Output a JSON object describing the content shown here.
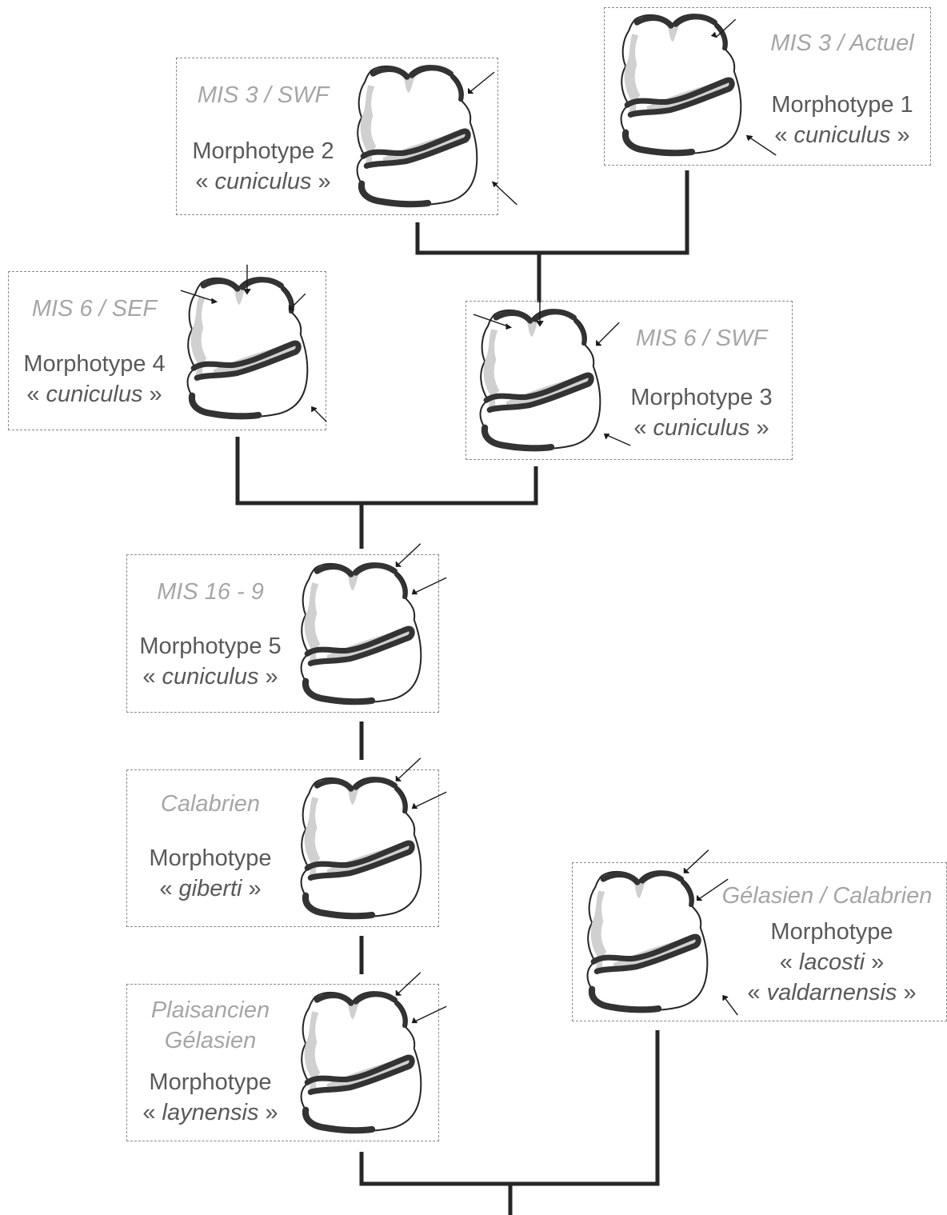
{
  "colors": {
    "line": "#262626",
    "enamel": "#333333",
    "cement": "#d0d0d0",
    "period_text": "#a6a6a6",
    "label_text": "#595959",
    "box_border": "#8a8a8a"
  },
  "nodes": {
    "m1": {
      "period": "MIS 3 / Actuel",
      "morphotype": "Morphotype 1",
      "names": [
        "cuniculus"
      ]
    },
    "m2": {
      "period": "MIS 3 / SWF",
      "morphotype": "Morphotype 2",
      "names": [
        "cuniculus"
      ]
    },
    "m3": {
      "period": "MIS 6 / SWF",
      "morphotype": "Morphotype 3",
      "names": [
        "cuniculus"
      ]
    },
    "m4": {
      "period": "MIS 6 / SEF",
      "morphotype": "Morphotype 4",
      "names": [
        "cuniculus"
      ]
    },
    "m5": {
      "period": "MIS 16 - 9",
      "morphotype": "Morphotype 5",
      "names": [
        "cuniculus"
      ]
    },
    "giberti": {
      "period": "Calabrien",
      "morphotype": "Morphotype",
      "names": [
        "giberti"
      ]
    },
    "laynensis": {
      "period_lines": [
        "Plaisancien",
        "Gélasien"
      ],
      "morphotype": "Morphotype",
      "names": [
        "laynensis"
      ]
    },
    "lacosti": {
      "period": "Gélasien / Calabrien",
      "morphotype": "Morphotype",
      "names": [
        "lacosti",
        "valdarnensis"
      ]
    }
  }
}
